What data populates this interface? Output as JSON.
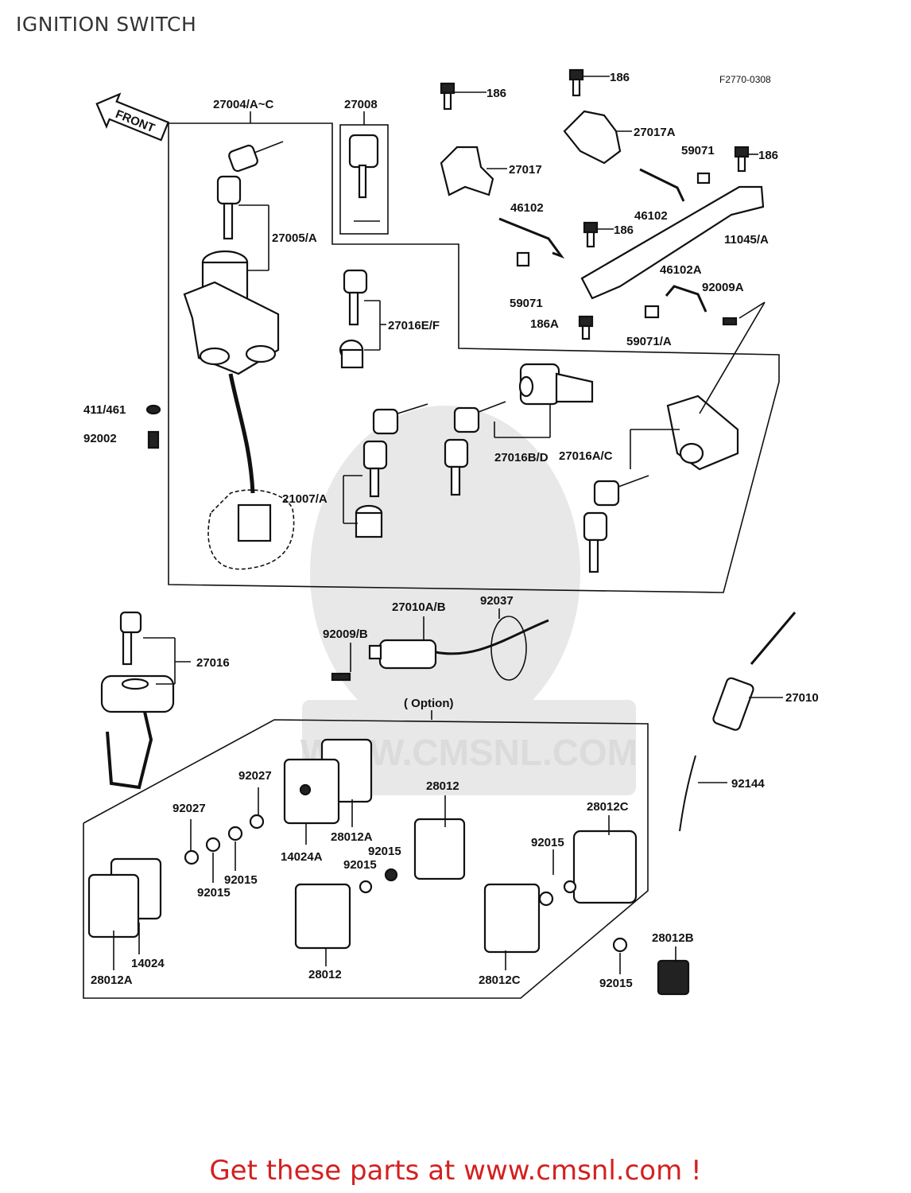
{
  "page_title": "IGNITION SWITCH",
  "diagram_code": "F2770-0308",
  "front_label": "FRONT",
  "option_label": "( Option)",
  "watermark": "WWW.CMSNL.COM",
  "footer": "Get these parts at www.cmsnl.com !",
  "colors": {
    "footer": "#d32020",
    "title": "#333333"
  },
  "labels": {
    "p27004": "27004/A~C",
    "p27008": "27008",
    "p186a": "186",
    "p186b": "186",
    "p186c": "186",
    "p186d": "186",
    "p186A": "186A",
    "p27017": "27017",
    "p27017A": "27017A",
    "p59071a": "59071",
    "p59071b": "59071",
    "p59071A": "59071/A",
    "p46102a": "46102",
    "p46102b": "46102",
    "p46102A": "46102A",
    "p11045": "11045/A",
    "p92009A": "92009A",
    "p27005": "27005/A",
    "p27016EF": "27016E/F",
    "p411": "411/461",
    "p92002": "92002",
    "p21007": "21007/A",
    "p27016BD": "27016B/D",
    "p27016AC": "27016A/C",
    "p27016": "27016",
    "p27010AB": "27010A/B",
    "p92037": "92037",
    "p92009B": "92009/B",
    "p27010": "27010",
    "p92144": "92144",
    "p92027a": "92027",
    "p92027b": "92027",
    "p28012a": "28012",
    "p28012b": "28012",
    "p28012C1": "28012C",
    "p28012C2": "28012C",
    "p28012A1": "28012A",
    "p28012A2": "28012A",
    "p14024A": "14024A",
    "p14024": "14024",
    "p92015a": "92015",
    "p92015b": "92015",
    "p92015c": "92015",
    "p92015d": "92015",
    "p92015e": "92015",
    "p92015f": "92015",
    "p28012B": "28012B"
  }
}
